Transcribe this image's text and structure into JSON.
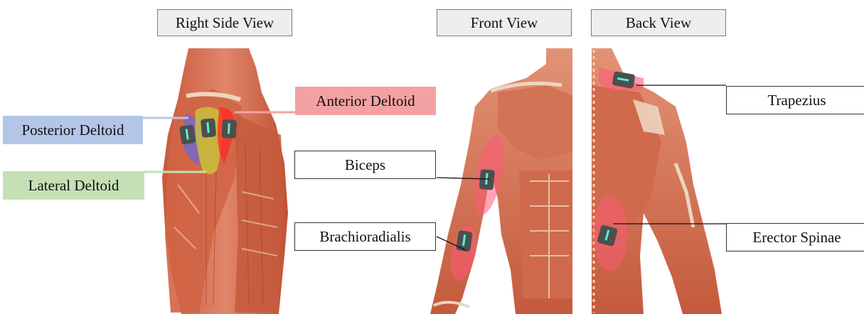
{
  "views": {
    "side": "Right Side View",
    "front": "Front View",
    "back": "Back View"
  },
  "labels": {
    "anterior_deltoid": {
      "text": "Anterior Deltoid",
      "color": "#f4a1a3"
    },
    "posterior_deltoid": {
      "text": "Posterior Deltoid",
      "color": "#b4c6e7"
    },
    "lateral_deltoid": {
      "text": "Lateral Deltoid",
      "color": "#c5e0b4"
    },
    "biceps": {
      "text": "Biceps"
    },
    "brachioradialis": {
      "text": "Brachioradialis"
    },
    "trapezius": {
      "text": "Trapezius"
    },
    "erector_spinae": {
      "text": "Erector Spinae"
    }
  },
  "colors": {
    "muscle": "#d46a4a",
    "muscle_dark": "#a8432c",
    "tendon": "#ecd5c0",
    "sensor": "#4a5050",
    "sensor_led": "#5ff0c8",
    "anterior_overlay": "#ff2a2a",
    "posterior_overlay": "#6a6ad8",
    "lateral_overlay": "#c8c83c",
    "pink_overlay": "#ff5a78"
  }
}
